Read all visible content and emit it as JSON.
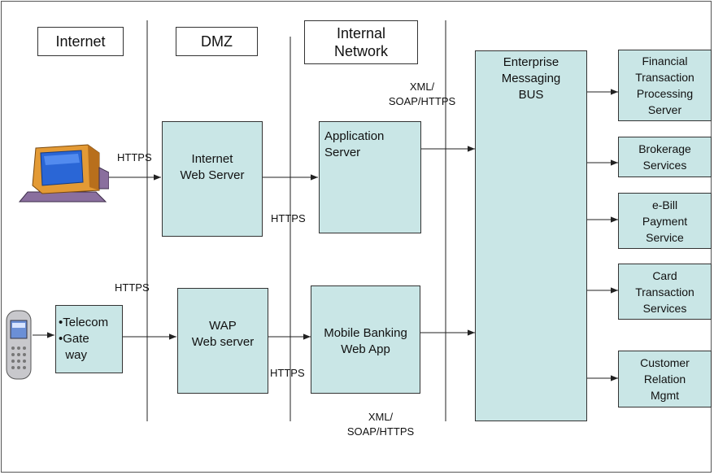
{
  "zones": {
    "internet": "Internet",
    "dmz": "DMZ",
    "internal": "Internal\nNetwork"
  },
  "nodes": {
    "internet_web_server": "Internet\nWeb Server",
    "application_server": "Application\nServer",
    "wap_web_server": "WAP\nWeb server",
    "mobile_banking_web_app": "Mobile Banking\nWeb App",
    "telecom_gateway": "•Telecom\n•Gate\n  way",
    "enterprise_messaging_bus": "Enterprise\nMessaging\nBUS"
  },
  "services": [
    "Financial\nTransaction\nProcessing\nServer",
    "Brokerage\nServices",
    "e-Bill\nPayment\nService",
    "Card\nTransaction\nServices",
    "Customer\nRelation\nMgmt"
  ],
  "protocols": {
    "https_pc": "HTTPS",
    "https_dmz_internal": "HTTPS",
    "https_mobile": "HTTPS",
    "https_wap_mobile": "HTTPS",
    "xml_soap_top": "XML/\nSOAP/HTTPS",
    "xml_soap_bottom": "XML/\nSOAP/HTTPS"
  },
  "icons": {
    "desktop": "desktop-computer-icon",
    "phone": "mobile-phone-icon"
  },
  "colors": {
    "box_fill": "#c9e6e6",
    "line": "#222222"
  }
}
